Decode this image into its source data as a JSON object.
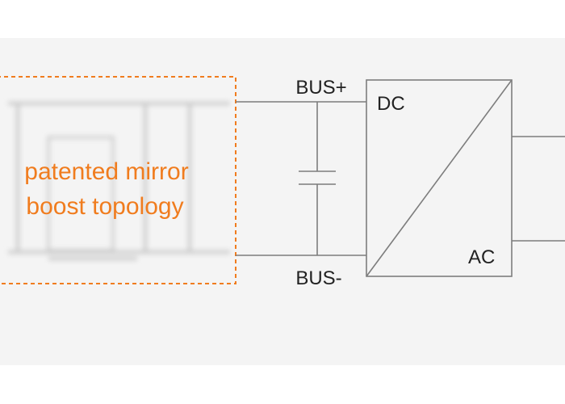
{
  "callout": {
    "line1": "patented mirror",
    "line2": "boost topology"
  },
  "bus": {
    "positive_label": "BUS+",
    "negative_label": "BUS-"
  },
  "converter": {
    "input_label": "DC",
    "output_label": "AC"
  },
  "colors": {
    "panel_background": "#f4f4f4",
    "page_background": "#ffffff",
    "accent_orange": "#f07c1e",
    "wire": "#7d7d7d",
    "text": "#222222"
  }
}
